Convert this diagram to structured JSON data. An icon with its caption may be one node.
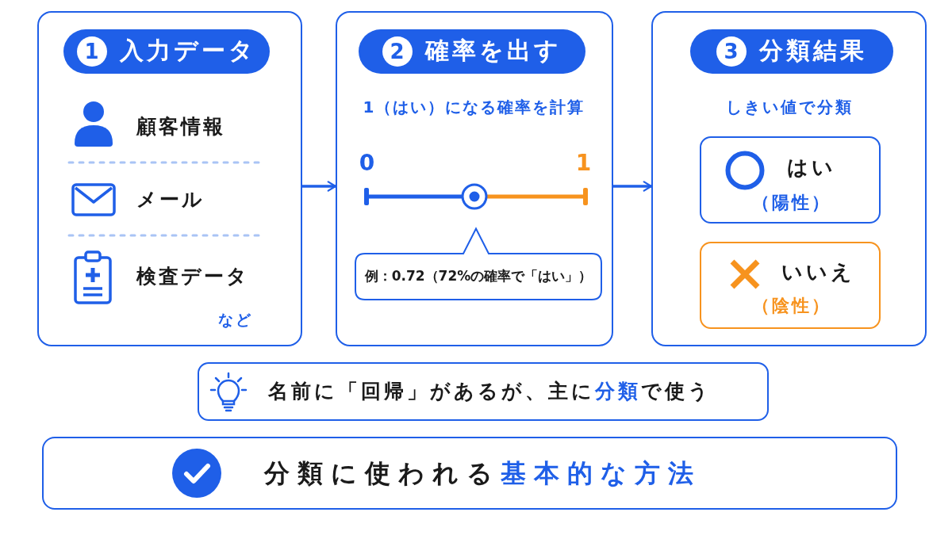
{
  "diagram": {
    "nodes": [
      {
        "text": [
          "1",
          "入力データ",
          "顧客情報",
          "メール",
          "検査データ",
          "など"
        ]
      },
      {
        "text": [
          "2",
          "確率を出す",
          "1（はい）になる確率を計算",
          "0",
          "1"
        ]
      },
      {
        "text": [
          "例：0.72（72%の確率で「はい」）"
        ],
        "in": 1
      },
      {
        "text": [
          "3",
          "分類結果",
          "しきい値で分類"
        ]
      },
      {
        "text": [
          "はい",
          "（陽性）"
        ],
        "in": 3
      },
      {
        "text": [
          "いいえ",
          "（陰性）"
        ],
        "in": 3
      },
      {
        "text": [
          "名前に「回帰」があるが、主に**分類**で使う"
        ]
      },
      {
        "text": [
          "分類に使われる**基本的な方法**"
        ]
      }
    ],
    "edges": [
      {
        "from": 0,
        "to": 1,
        "arrow": "to"
      },
      {
        "from": 1,
        "to": 3,
        "arrow": "to"
      }
    ]
  }
}
